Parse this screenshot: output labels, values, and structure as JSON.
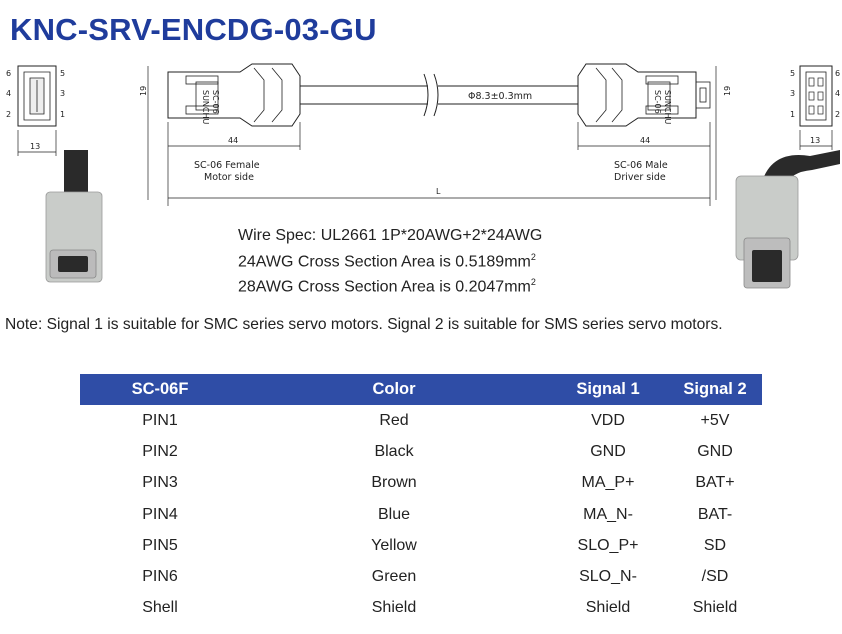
{
  "title": "KNC-SRV-ENCDG-03-GU",
  "drawing": {
    "left_pins": [
      "6",
      "4",
      "2",
      "5",
      "3",
      "1"
    ],
    "right_pins": [
      "5",
      "3",
      "1",
      "6",
      "4",
      "2"
    ],
    "width_label": "13",
    "height_label": "19",
    "length_left": "44",
    "length_right": "44",
    "total_length": "L",
    "diameter": "Φ8.3±0.3mm",
    "connector_text": "SUNCHU",
    "connector_model": "SC-06",
    "left_caption_1": "SC-06 Female",
    "left_caption_2": "Motor side",
    "right_caption_1": "SC-06 Male",
    "right_caption_2": "Driver side"
  },
  "spec": {
    "line1": "Wire Spec: UL2661 1P*20AWG+2*24AWG",
    "line2": "24AWG Cross Section Area is 0.5189mm",
    "line3": "28AWG Cross Section Area is 0.2047mm",
    "sup": "2"
  },
  "note": "Note: Signal 1 is suitable for SMC series servo motors. Signal 2 is suitable for SMS series servo motors.",
  "table": {
    "headers": [
      "SC-06F",
      "Color",
      "Signal 1",
      "Signal 2"
    ],
    "rows": [
      [
        "PIN1",
        "Red",
        "VDD",
        "+5V"
      ],
      [
        "PIN2",
        "Black",
        "GND",
        "GND"
      ],
      [
        "PIN3",
        "Brown",
        "MA_P+",
        "BAT+"
      ],
      [
        "PIN4",
        "Blue",
        "MA_N-",
        "BAT-"
      ],
      [
        "PIN5",
        "Yellow",
        "SLO_P+",
        "SD"
      ],
      [
        "PIN6",
        "Green",
        "SLO_N-",
        "/SD"
      ],
      [
        "Shell",
        "Shield",
        "Shield",
        "Shield"
      ]
    ]
  },
  "colors": {
    "title": "#1f3c9c",
    "header_bg": "#2f4da6",
    "header_text": "#ffffff"
  }
}
